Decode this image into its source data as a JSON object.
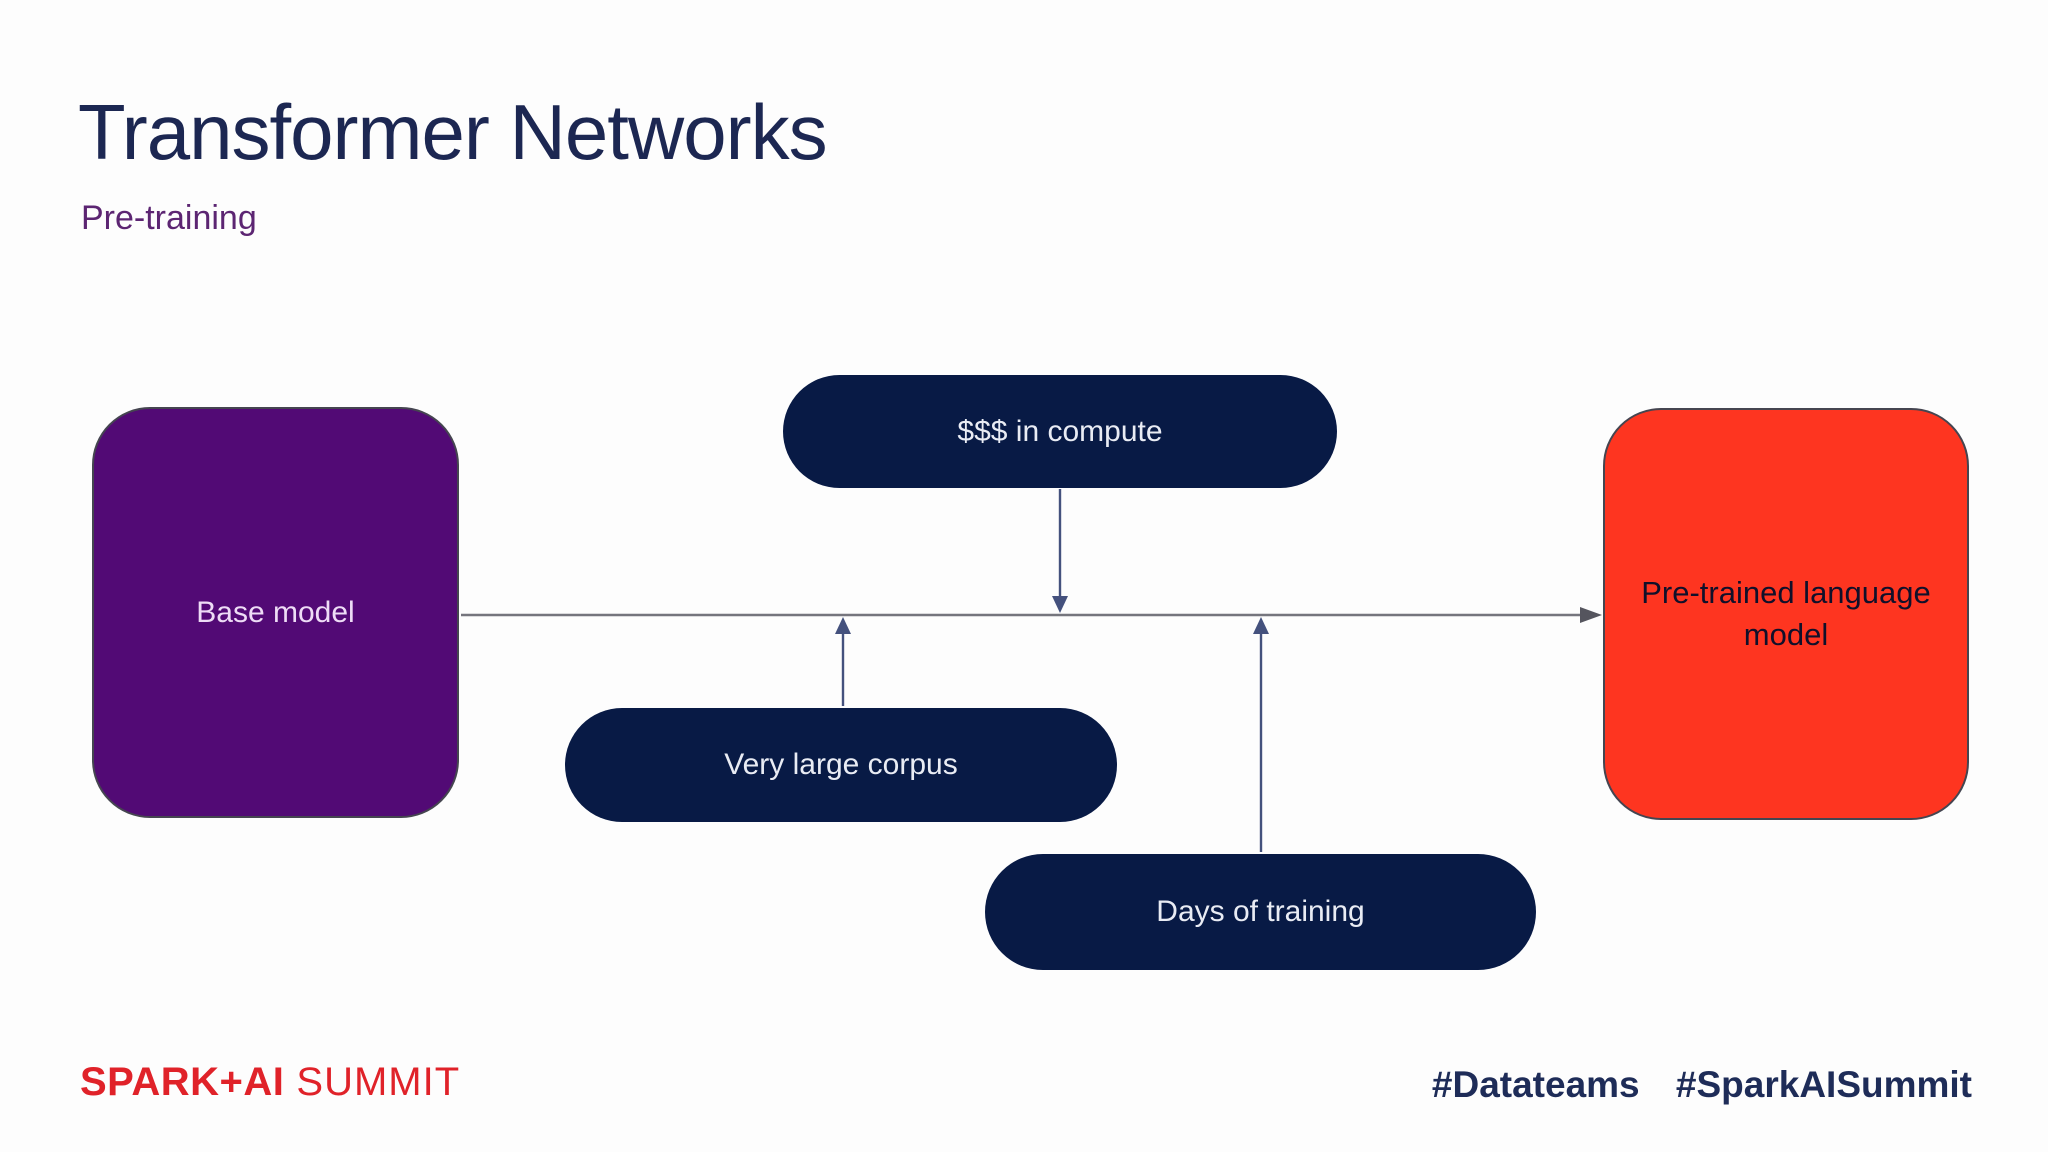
{
  "slide": {
    "title": "Transformer Networks",
    "subtitle": "Pre-training",
    "background_color": "#fdfdfd",
    "title_color": "#1c2752",
    "subtitle_color": "#5c2572"
  },
  "diagram": {
    "nodes": {
      "base": {
        "label": "Base model",
        "fill": "#520a75",
        "text_color": "#eedcf6",
        "shape": "rounded-rectangle"
      },
      "pretrained": {
        "label": "Pre-trained language model",
        "fill": "#fe3520",
        "text_color": "#10102a",
        "shape": "rounded-rectangle"
      },
      "compute": {
        "label": "$$$ in compute",
        "fill": "#081a45",
        "text_color": "#e9ecf4",
        "shape": "pill"
      },
      "corpus": {
        "label": "Very large corpus",
        "fill": "#081a45",
        "text_color": "#e9ecf4",
        "shape": "pill"
      },
      "training": {
        "label": "Days of training",
        "fill": "#081a45",
        "text_color": "#e9ecf4",
        "shape": "pill"
      }
    },
    "edges": [
      {
        "from": "base",
        "to": "pretrained",
        "direction": "right",
        "color": "#75757d"
      },
      {
        "from": "compute",
        "to": "main-line",
        "direction": "down",
        "color": "#44517d"
      },
      {
        "from": "corpus",
        "to": "main-line",
        "direction": "up",
        "color": "#44517d"
      },
      {
        "from": "training",
        "to": "main-line",
        "direction": "up",
        "color": "#44517d"
      }
    ]
  },
  "footer": {
    "logo_primary": "SPARK+AI",
    "logo_secondary": "SUMMIT",
    "logo_color": "#e02229",
    "hashtags": [
      "#Datateams",
      "#SparkAISummit"
    ],
    "hashtag_color": "#1e2c58"
  }
}
